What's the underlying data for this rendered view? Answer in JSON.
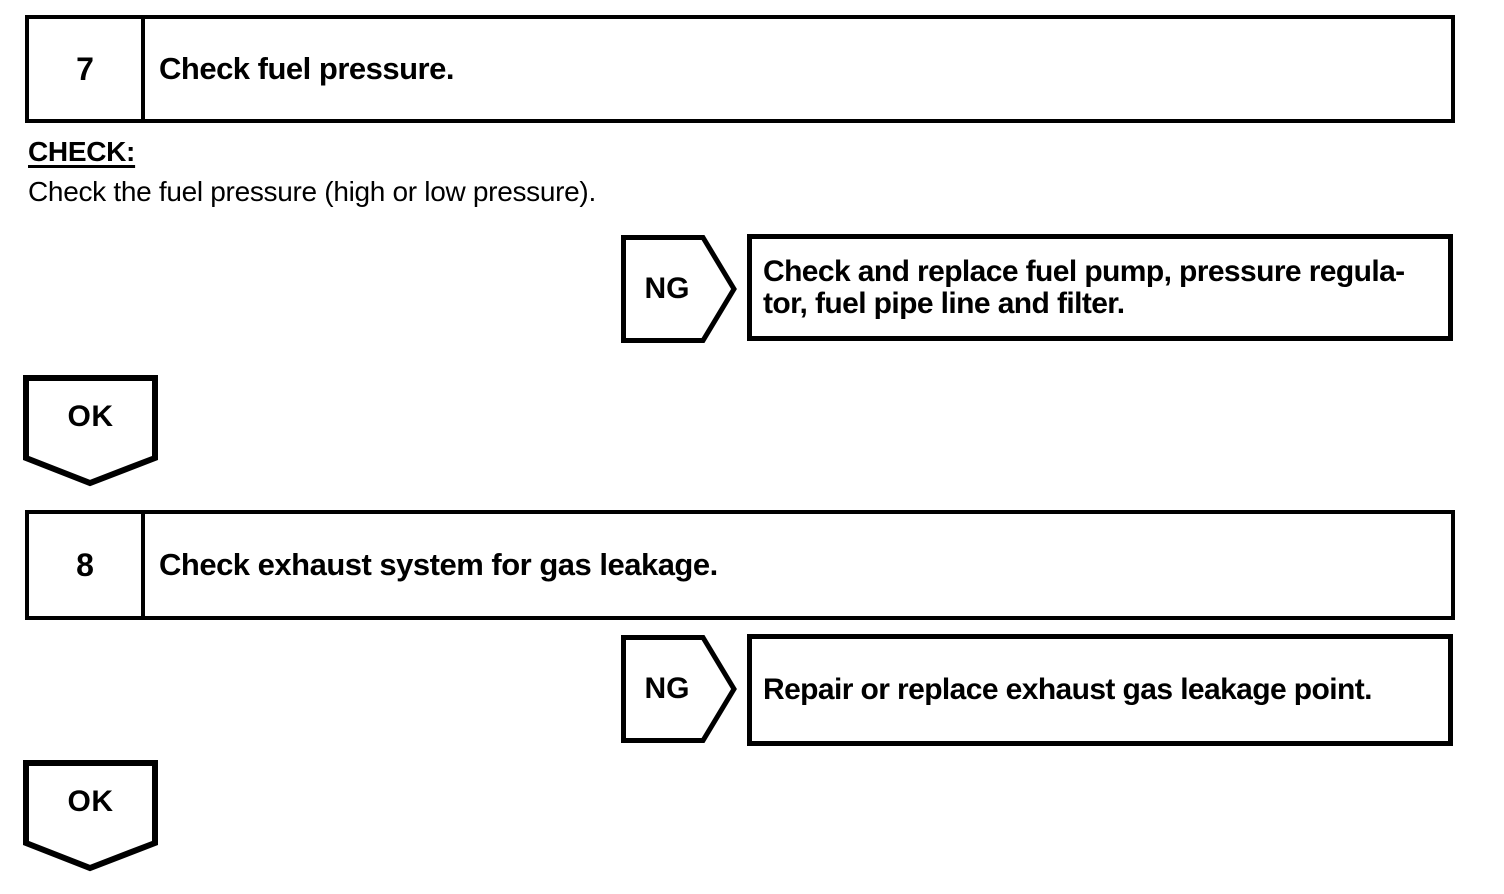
{
  "page": {
    "background_color": "#ffffff",
    "ink_color": "#000000"
  },
  "steps": [
    {
      "number": "7",
      "title": "Check fuel pressure.",
      "check_label": "CHECK:",
      "check_text": "Check the fuel pressure (high or low pressure).",
      "ng": {
        "label": "NG",
        "action_lines": [
          "Check and replace fuel pump, pressure regula-",
          "tor, fuel pipe line and filter."
        ]
      },
      "ok_label": "OK"
    },
    {
      "number": "8",
      "title": "Check exhaust system for gas leakage.",
      "ng": {
        "label": "NG",
        "action_lines": [
          "Repair or replace exhaust gas leakage point."
        ]
      },
      "ok_label": "OK"
    }
  ]
}
